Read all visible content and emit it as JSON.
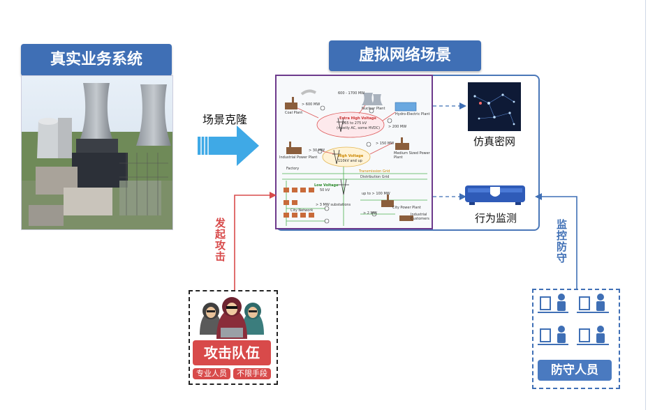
{
  "left": {
    "title": "真实业务系统"
  },
  "right": {
    "title": "虚拟网络场景"
  },
  "clone_label": "场景克隆",
  "grid": {
    "coal": "Coal Plant",
    "coal_mw": "> 600  MW",
    "nuclear_mw": "600 - 1700  MW",
    "nuclear": "Nuclear Plant",
    "hydro": "Hydro-Electric Plant",
    "hydro_mw": "> 200  MW",
    "ehv_title": "Extra High Voltage",
    "ehv_sub1": "265 to 275 kV",
    "ehv_sub2": "(mostly AC, some HVDC)",
    "industrial": "Industrial Power Plant",
    "industrial_mw": "> 30  MW",
    "factory": "Factory",
    "hv_title": "High Voltage",
    "hv_sub": "110kV and up",
    "medium": "Medium Sized Power Plant",
    "medium_mw": "> 150  MW",
    "transmission": "Transmission Grid",
    "distribution": "Distribution Grid",
    "lv_title": "Low Voltage",
    "lv_sub": "50 kV",
    "city_network": "City Network",
    "substations": "> 3  MW substations",
    "city_plant": "City Power Plant",
    "city_mw": "up to > 100 MW",
    "ind_customers": "Industrial Customers",
    "ind_mw": "> 2  MW"
  },
  "honeynet_label": "仿真密网",
  "monitor_label": "行为监测",
  "attack_arrow_label": "发起攻击",
  "defense_arrow_label": "监控防守",
  "attack_team": {
    "title": "攻击队伍",
    "sub1": "专业人员",
    "sub2": "不限手段"
  },
  "defense_team": {
    "title": "防守人员"
  },
  "colors": {
    "title_blue": "#3f6fb5",
    "attack_red": "#d84a4a",
    "arrow_cyan": "#3fa9e6",
    "grid_purple": "#6d3a8c"
  }
}
